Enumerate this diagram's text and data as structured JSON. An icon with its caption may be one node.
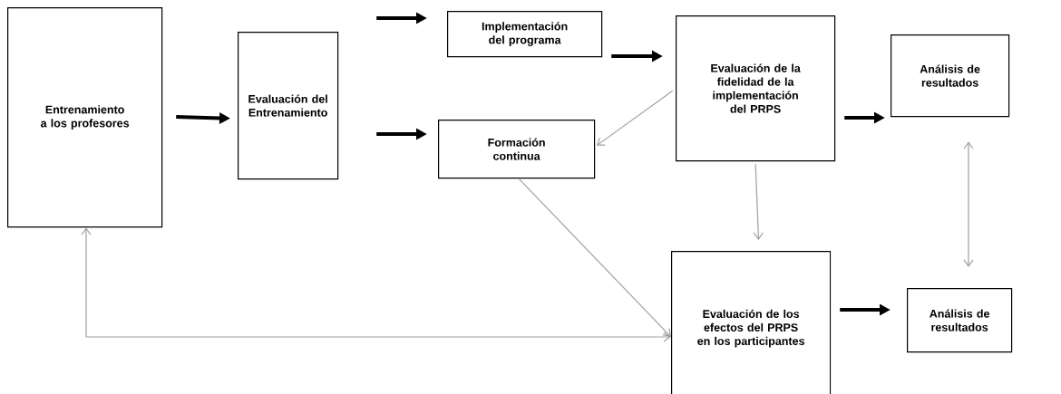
{
  "diagram": {
    "nodes": [
      {
        "text": [
          "Entrenamiento a los profesores"
        ]
      },
      {
        "text": [
          "Evaluación del Entrenamiento"
        ]
      },
      {
        "text": [
          "Implementación del programa"
        ]
      },
      {
        "text": [
          "Formación continua"
        ]
      },
      {
        "text": [
          "Evaluación de la fidelidad de la implementación del PRPS"
        ]
      },
      {
        "text": [
          "Análisis de resultados"
        ]
      },
      {
        "text": [
          "Evaluación de los efectos del PRPS en los participantes"
        ]
      },
      {
        "text": [
          "Análisis de resultados"
        ]
      }
    ],
    "edges": [
      {
        "from": 0,
        "to": 1,
        "arrow": "to"
      },
      {
        "from": 1,
        "to": 2,
        "arrow": "to"
      },
      {
        "from": 1,
        "to": 3,
        "arrow": "to"
      },
      {
        "from": 2,
        "to": 4,
        "arrow": "to"
      },
      {
        "from": 4,
        "to": 5,
        "arrow": "to"
      },
      {
        "from": 6,
        "to": 7,
        "arrow": "to"
      },
      {
        "from": 4,
        "to": 3,
        "arrow": "to",
        "color": "#a0a0a0"
      },
      {
        "from": 4,
        "to": 6,
        "arrow": "to",
        "color": "#a0a0a0"
      },
      {
        "from": 3,
        "to": 6,
        "arrow": "to",
        "color": "#a0a0a0"
      },
      {
        "from": 0,
        "to": 6,
        "arrow": "both",
        "color": "#a0a0a0"
      },
      {
        "from": 5,
        "to": 7,
        "arrow": "both",
        "color": "#a0a0a0"
      }
    ]
  }
}
